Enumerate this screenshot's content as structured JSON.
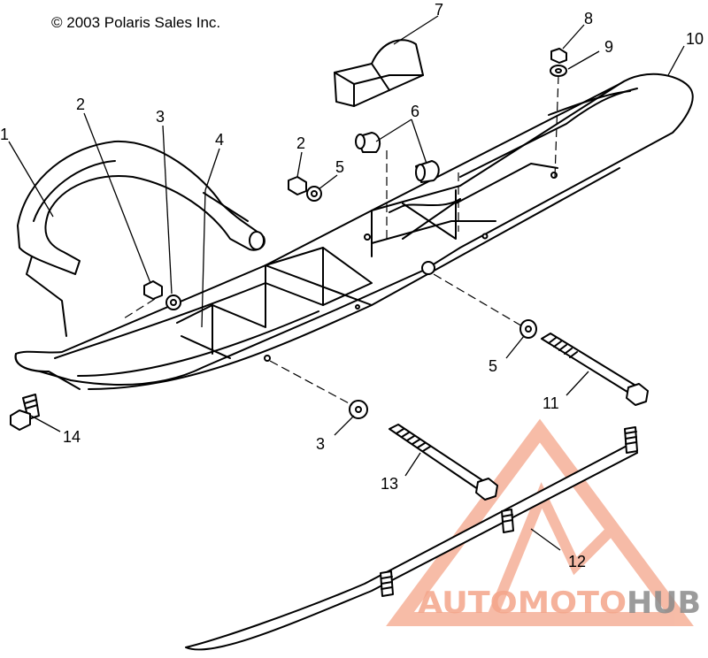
{
  "copyright": "© 2003 Polaris Sales Inc.",
  "watermark": {
    "part1": "AUTOMOTO",
    "part2": "HUB",
    "color_accent": "#f4a58a",
    "color_dark": "#8a8a8a"
  },
  "callouts": {
    "c1": "1",
    "c2a": "2",
    "c2b": "2",
    "c3a": "3",
    "c3b": "3",
    "c4": "4",
    "c5a": "5",
    "c5b": "5",
    "c6": "6",
    "c7": "7",
    "c8": "8",
    "c9": "9",
    "c10": "10",
    "c11": "11",
    "c12": "12",
    "c13": "13",
    "c14": "14"
  }
}
